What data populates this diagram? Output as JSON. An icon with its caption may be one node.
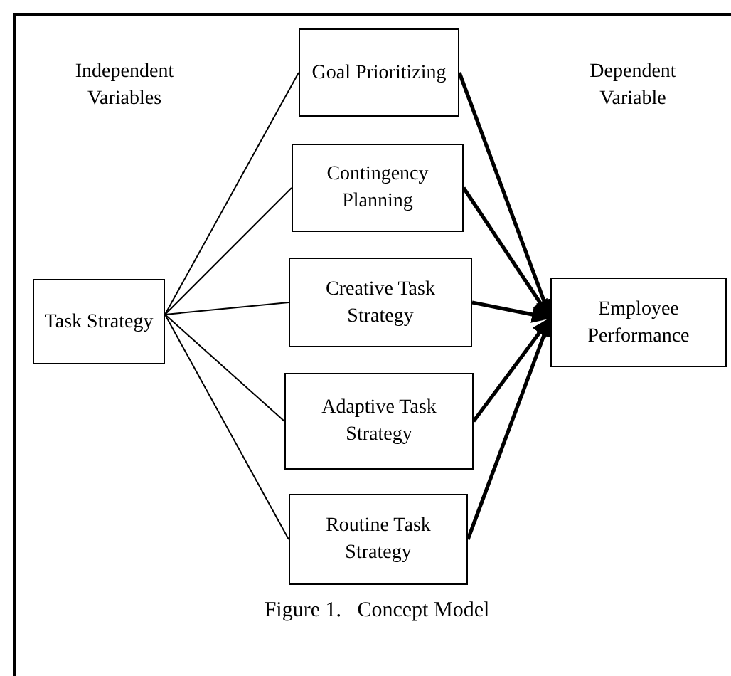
{
  "diagram": {
    "caption": "Figure 1.   Concept Model",
    "nodes": [
      {
        "text": [
          "Task Strategy"
        ]
      },
      {
        "text": [
          "Goal Prioritizing"
        ]
      },
      {
        "text": [
          "Contingency Planning"
        ]
      },
      {
        "text": [
          "Creative Task Strategy"
        ]
      },
      {
        "text": [
          "Adaptive Task Strategy"
        ]
      },
      {
        "text": [
          "Routine Task Strategy"
        ]
      },
      {
        "text": [
          "Employee Performance"
        ]
      }
    ],
    "edges": [
      {
        "from": 0,
        "to": 1,
        "arrow": "none"
      },
      {
        "from": 0,
        "to": 2,
        "arrow": "none"
      },
      {
        "from": 0,
        "to": 3,
        "arrow": "none"
      },
      {
        "from": 0,
        "to": 4,
        "arrow": "none"
      },
      {
        "from": 0,
        "to": 5,
        "arrow": "none"
      },
      {
        "from": 1,
        "to": 6,
        "arrow": "to",
        "style": "thick"
      },
      {
        "from": 2,
        "to": 6,
        "arrow": "to",
        "style": "thick"
      },
      {
        "from": 3,
        "to": 6,
        "arrow": "to",
        "style": "thick"
      },
      {
        "from": 4,
        "to": 6,
        "arrow": "to",
        "style": "thick"
      },
      {
        "from": 5,
        "to": 6,
        "arrow": "to",
        "style": "thick"
      }
    ],
    "labels": [
      "Independent Variables",
      "Dependent Variable"
    ]
  }
}
